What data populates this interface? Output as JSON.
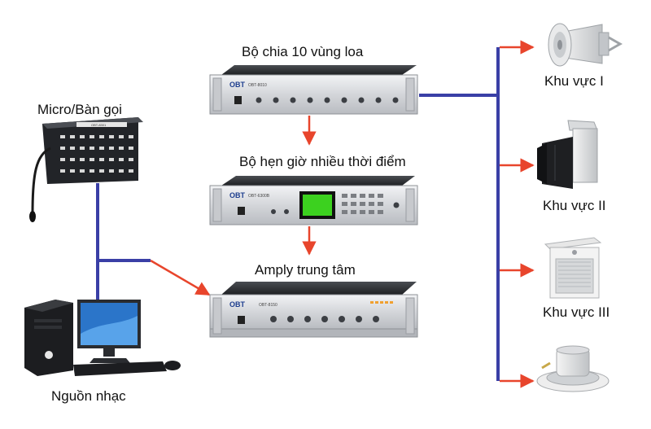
{
  "labels": {
    "splitter": "Bộ chia 10 vùng loa",
    "timer": "Bộ hẹn giờ nhiều thời điểm",
    "amplifier": "Amply trung tâm",
    "mic": "Micro/Bàn gọi",
    "music_source": "Nguồn nhạc",
    "zone1": "Khu vực I",
    "zone2": "Khu vực II",
    "zone3": "Khu vực III"
  },
  "device_text": {
    "brand": "OBT",
    "splitter_model": "OBT-8010",
    "timer_model": "OBT-6300B",
    "amp_model": "OBT-8150",
    "mic_model": "OBT-8301"
  },
  "colors": {
    "wire": "#3a3fa6",
    "arrow": "#e8452c",
    "rack": "#d9dbdf",
    "lcd": "#3cd11f"
  },
  "icons": [
    "horn-speaker-icon",
    "box-speaker-icon",
    "wall-speaker-icon",
    "ceiling-speaker-icon",
    "paging-mic-icon",
    "desktop-computer-icon"
  ]
}
